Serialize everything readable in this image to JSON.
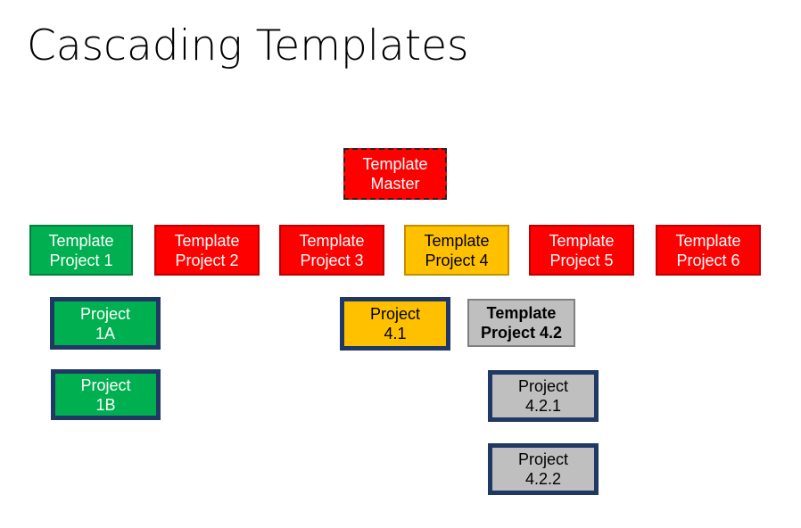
{
  "slide": {
    "title": "Cascading Templates",
    "background": "#FFFFFF"
  },
  "colors": {
    "red": "#FF0000",
    "dark_red": "#C00000",
    "green": "#00B050",
    "dark_green": "#00803A",
    "gold": "#FFC000",
    "dark_gold": "#BF9000",
    "gray": "#BFBFBF",
    "gray_border": "#808080",
    "navy": "#1F3864",
    "dashed_border": "#262626",
    "white_text": "#FFFFFF",
    "black_text": "#000000"
  },
  "diagram": {
    "master": {
      "line1": "Template",
      "line2": "Master"
    },
    "template_row": [
      {
        "line1": "Template",
        "line2": "Project 1"
      },
      {
        "line1": "Template",
        "line2": "Project 2"
      },
      {
        "line1": "Template",
        "line2": "Project 3"
      },
      {
        "line1": "Template",
        "line2": "Project 4"
      },
      {
        "line1": "Template",
        "line2": "Project 5"
      },
      {
        "line1": "Template",
        "line2": "Project 6"
      }
    ],
    "children": {
      "project_1a": {
        "line1": "Project",
        "line2": "1A"
      },
      "project_1b": {
        "line1": "Project",
        "line2": "1B"
      },
      "project_41": {
        "line1": "Project",
        "line2": "4.1"
      },
      "template_project_42": {
        "line1": "Template",
        "line2": "Project 4.2"
      },
      "project_421": {
        "line1": "Project",
        "line2": "4.2.1"
      },
      "project_422": {
        "line1": "Project",
        "line2": "4.2.2"
      }
    }
  }
}
